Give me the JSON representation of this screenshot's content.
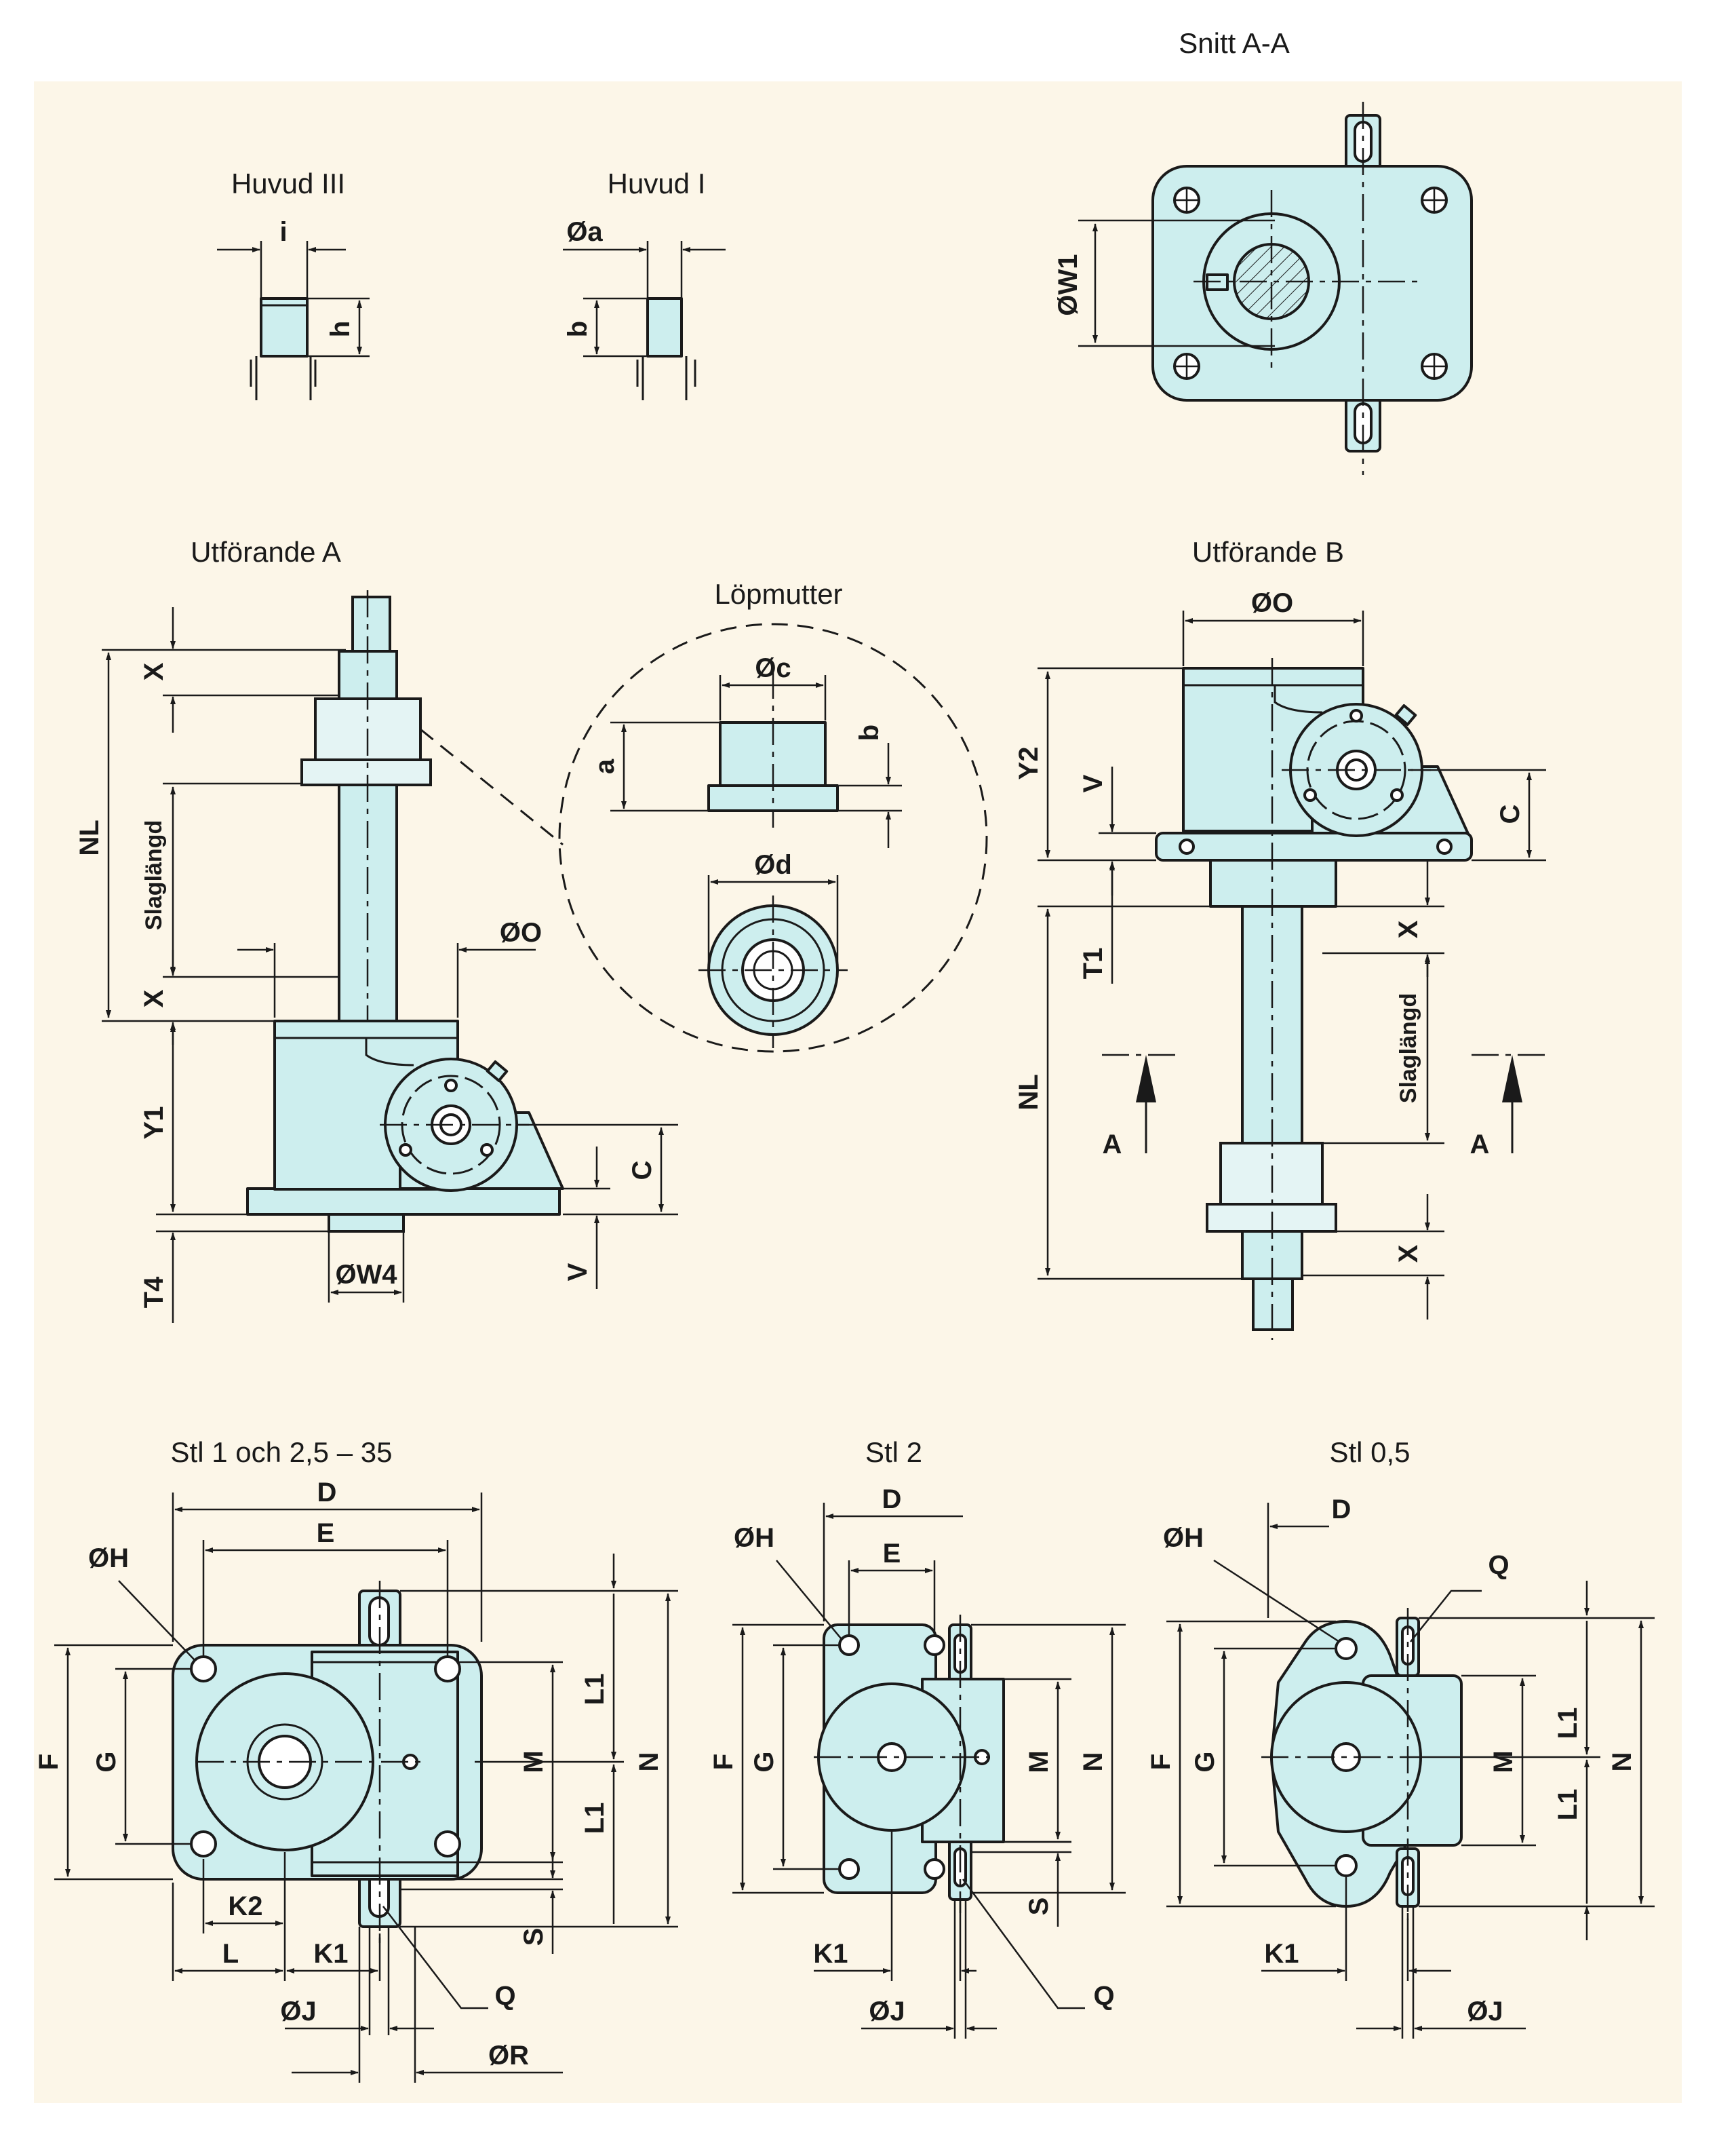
{
  "colors": {
    "background": "#fcf6e8",
    "part_fill": "#cdeeee",
    "nut_fill": "#e4f4f4",
    "line": "#1a1a1a"
  },
  "titles": {
    "snitt": "Snitt A-A",
    "huvud3": "Huvud III",
    "huvud1": "Huvud I",
    "utfA": "Utförande A",
    "lopmutter": "Löpmutter",
    "utfB": "Utförande B",
    "stl1": "Stl 1 och 2,5 – 35",
    "stl2": "Stl 2",
    "stl05": "Stl 0,5"
  },
  "labels": {
    "i": "i",
    "h": "h",
    "oa": "Øa",
    "b": "b",
    "ow1": "ØW1",
    "x": "X",
    "nl": "NL",
    "slag": "Slaglängd",
    "oo": "ØO",
    "y1": "Y1",
    "c": "C",
    "v": "V",
    "ow4": "ØW4",
    "t4": "T4",
    "oc": "Øc",
    "a": "a",
    "od": "Ød",
    "y2": "Y2",
    "t1": "T1",
    "arrow_a": "A",
    "d": "D",
    "e": "E",
    "oh": "ØH",
    "f": "F",
    "g": "G",
    "m": "M",
    "n": "N",
    "l1": "L1",
    "s": "S",
    "k1": "K1",
    "k2": "K2",
    "l": "L",
    "oj": "ØJ",
    "q": "Q",
    "or": "ØR"
  }
}
